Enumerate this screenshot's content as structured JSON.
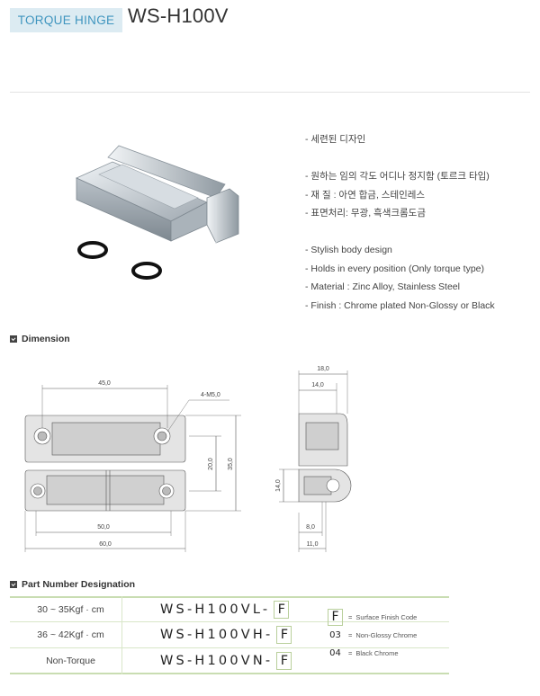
{
  "header": {
    "badge": "TORQUE HINGE",
    "model": "WS-H100V"
  },
  "features": {
    "korean": [
      "- 세련된 디자인",
      "- 원하는 임의 각도 어디나 정지함 (토르크 타입)",
      "- 재 질 : 아연 합금, 스테인레스",
      "- 표면처리: 무광, 흑색크롬도금"
    ],
    "english": [
      "- Stylish body design",
      "- Holds in every position (Only torque type)",
      "- Material : Zinc Alloy, Stainless Steel",
      "- Finish : Chrome plated Non-Glossy or Black"
    ]
  },
  "dimension": {
    "heading": "Dimension",
    "labels": {
      "w45": "45,0",
      "hole": "4-M5,0",
      "h20": "20,0",
      "h35": "35,0",
      "w50": "50,0",
      "w60": "60,0",
      "s18": "18,0",
      "s14": "14,0",
      "s14v": "14,0",
      "s8": "8,0",
      "s11": "11,0"
    }
  },
  "part_number": {
    "heading": "Part Number Designation",
    "rows": [
      {
        "spec": "30 ~ 35Kgf · cm",
        "code": "WS-H100VL-",
        "box": "F"
      },
      {
        "spec": "36 ~ 42Kgf · cm",
        "code": "WS-H100VH-",
        "box": "F"
      },
      {
        "spec": "Non-Torque",
        "code": "WS-H100VN-",
        "box": "F"
      }
    ],
    "legend": [
      {
        "key": "F",
        "desc": "Surface Finish Code"
      },
      {
        "key": "03",
        "desc": "Non-Glossy Chrome"
      },
      {
        "key": "04",
        "desc": "Black Chrome"
      }
    ]
  }
}
